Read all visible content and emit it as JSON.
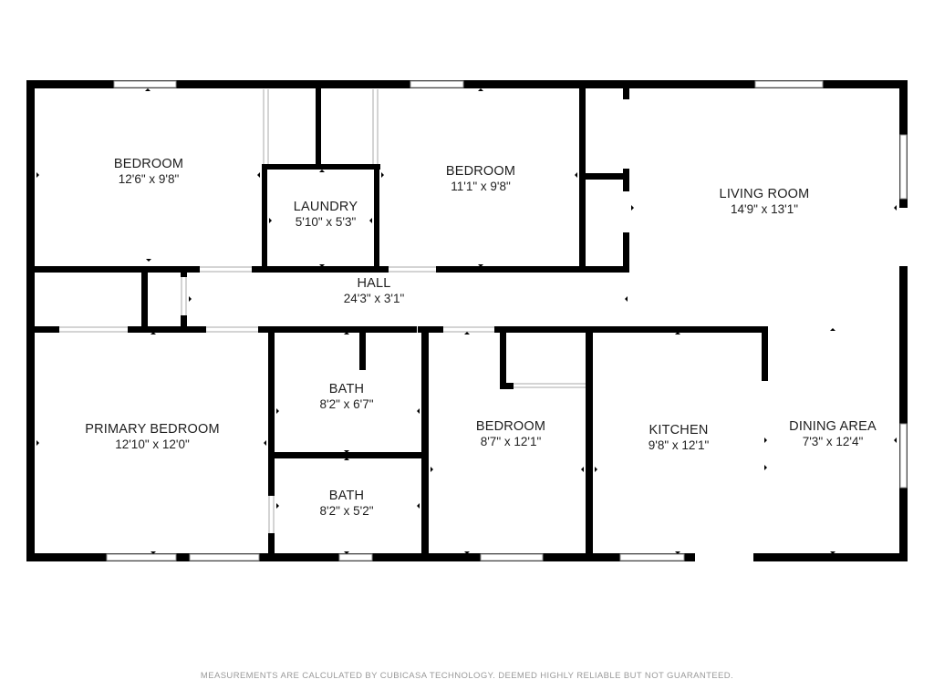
{
  "rooms": {
    "bedroom_1": {
      "name": "BEDROOM",
      "dim": "12'6\" x 9'8\""
    },
    "laundry": {
      "name": "LAUNDRY",
      "dim": "5'10\" x 5'3\""
    },
    "bedroom_2": {
      "name": "BEDROOM",
      "dim": "11'1\" x 9'8\""
    },
    "living_room": {
      "name": "LIVING ROOM",
      "dim": "14'9\" x 13'1\""
    },
    "hall": {
      "name": "HALL",
      "dim": "24'3\" x 3'1\""
    },
    "primary_bedroom": {
      "name": "PRIMARY BEDROOM",
      "dim": "12'10\" x 12'0\""
    },
    "bath_1": {
      "name": "BATH",
      "dim": "8'2\" x 6'7\""
    },
    "bath_2": {
      "name": "BATH",
      "dim": "8'2\" x 5'2\""
    },
    "bedroom_3": {
      "name": "BEDROOM",
      "dim": "8'7\" x 12'1\""
    },
    "kitchen": {
      "name": "KITCHEN",
      "dim": "9'8\" x 12'1\""
    },
    "dining_area": {
      "name": "DINING AREA",
      "dim": "7'3\" x 12'4\""
    }
  },
  "disclaimer": "MEASUREMENTS ARE CALCULATED BY CUBICASA TECHNOLOGY. DEEMED HIGHLY RELIABLE BUT NOT GUARANTEED.",
  "colors": {
    "wall": "#000000",
    "window": "#9a9a9a",
    "text": "#1e1e1e",
    "disclaimer": "#9a9a9a"
  }
}
